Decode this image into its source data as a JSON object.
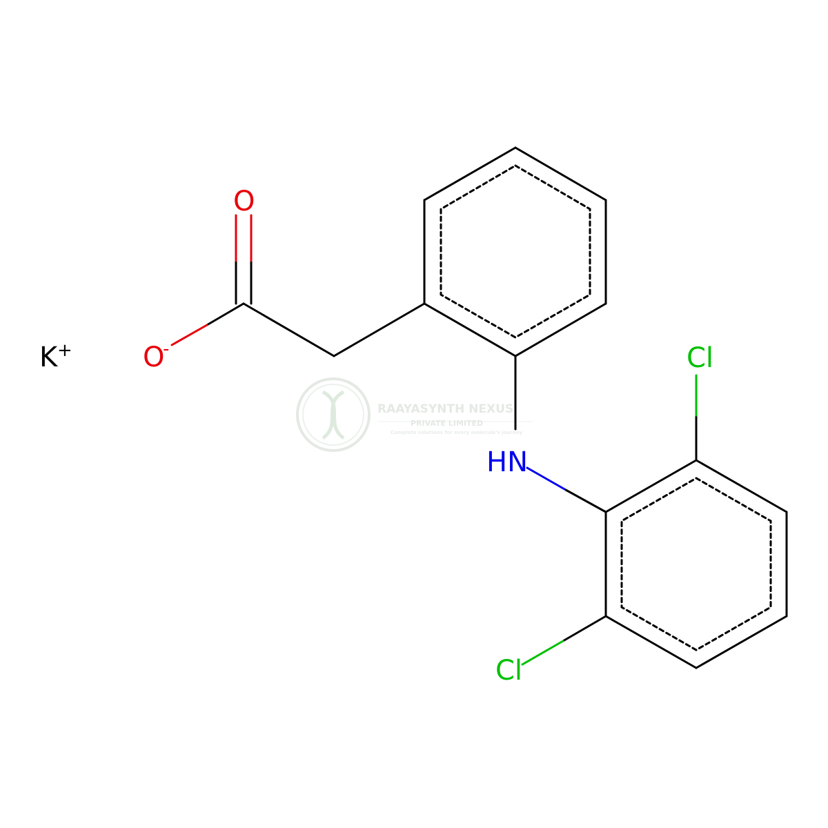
{
  "molecule": {
    "atoms": {
      "counterion": {
        "symbol": "K",
        "charge": "+"
      },
      "carboxylate_o_minus": {
        "symbol": "O",
        "charge": "-"
      },
      "carbonyl_o": {
        "symbol": "O"
      },
      "amine": {
        "symbol": "HN"
      },
      "cl_top": {
        "symbol": "Cl"
      },
      "cl_bottom": {
        "symbol": "Cl"
      }
    },
    "colors": {
      "bond": "#000000",
      "oxygen": "#e8000b",
      "nitrogen": "#0000ee",
      "chlorine": "#00c000",
      "carbon": "#000000"
    }
  },
  "watermark": {
    "company": "RAAYASYNTH NEXUS",
    "subtitle": "PRIVATE LIMITED",
    "tagline": "Complete solutions for every molecule's journey",
    "color": "#cfd8cf"
  }
}
